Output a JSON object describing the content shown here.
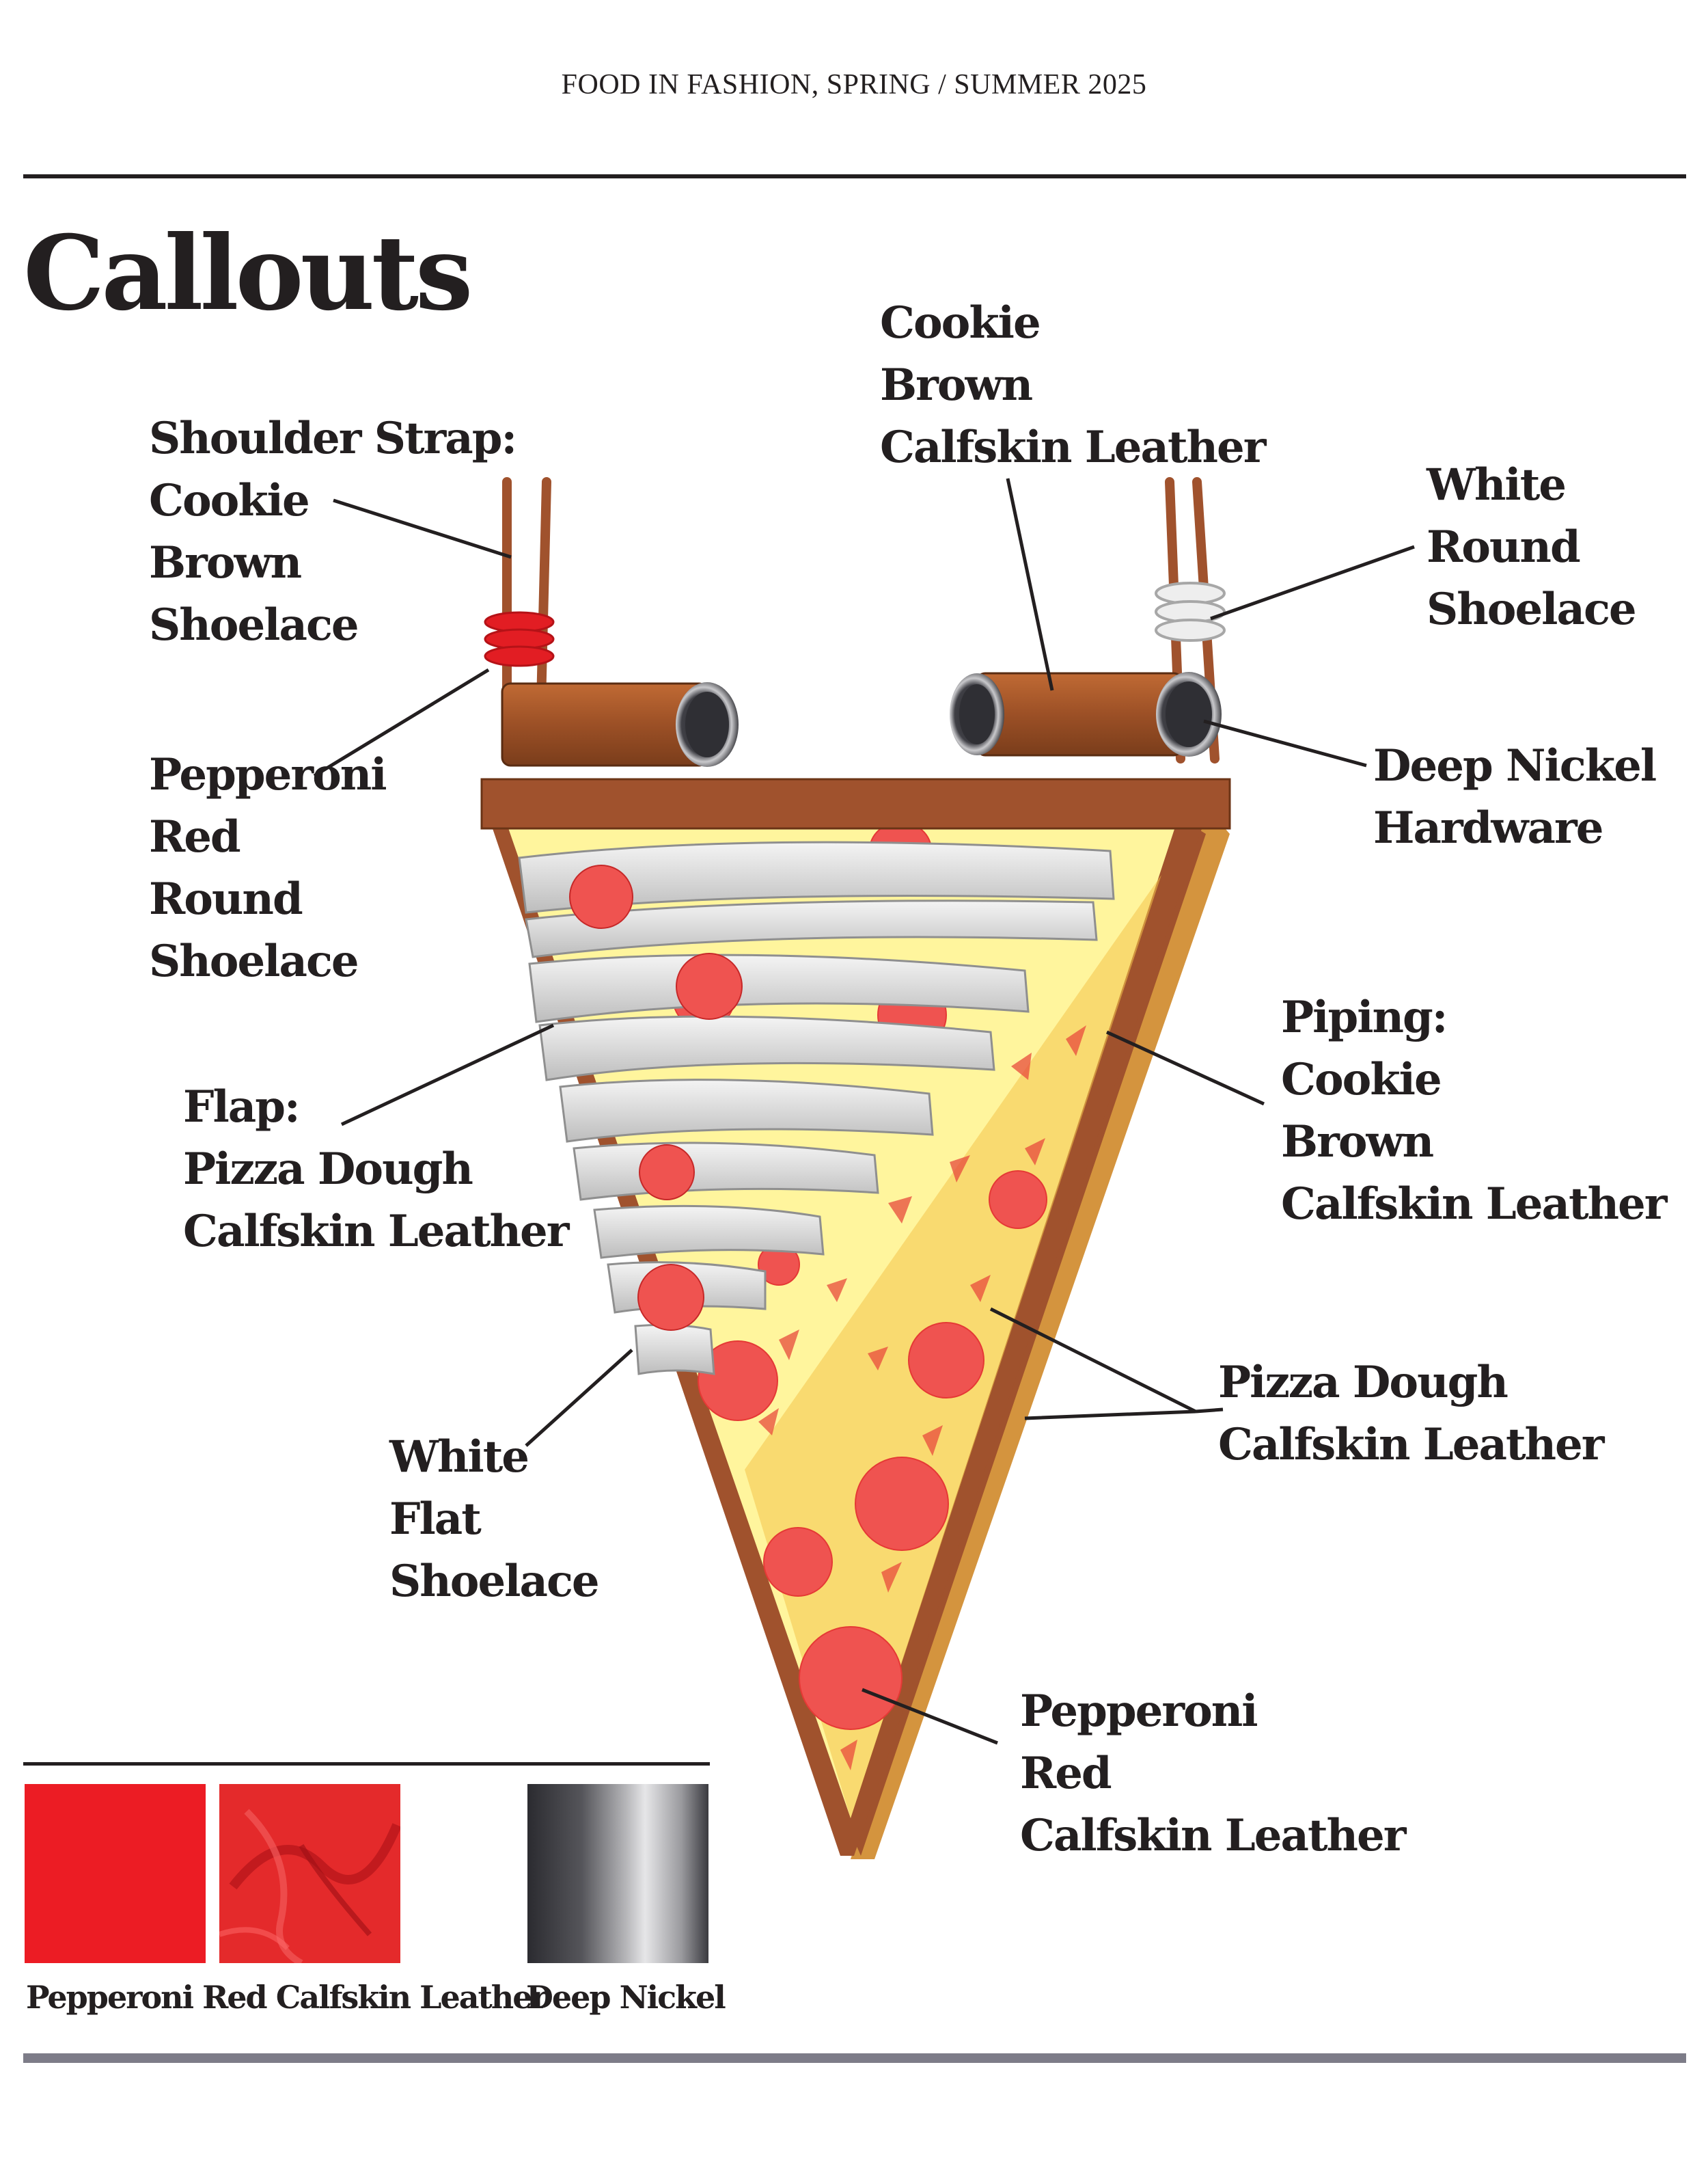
{
  "header": {
    "text": "FOOD IN FASHION, SPRING / SUMMER 2025"
  },
  "title": "Callouts",
  "callouts": {
    "shoulder_strap": [
      "Shoulder Strap:",
      "Cookie",
      "Brown",
      "Shoelace"
    ],
    "cookie_brown_leather": [
      "Cookie",
      "Brown",
      "Calfskin Leather"
    ],
    "white_round_shoelace": [
      "White",
      "Round",
      "Shoelace"
    ],
    "deep_nickel_hardware": [
      "Deep Nickel",
      "Hardware"
    ],
    "pepperoni_round_shoelace": [
      "Pepperoni",
      "Red",
      "Round",
      "Shoelace"
    ],
    "piping": [
      "Piping:",
      "Cookie",
      "Brown",
      "Calfskin Leather"
    ],
    "flap": [
      "Flap:",
      "Pizza Dough",
      "Calfskin Leather"
    ],
    "pizza_dough_leather": [
      "Pizza Dough",
      "Calfskin Leather"
    ],
    "white_flat_shoelace": [
      "White",
      "Flat",
      "Shoelace"
    ],
    "pepperoni_red_leather": [
      "Pepperoni",
      "Red",
      "Calfskin Leather"
    ]
  },
  "swatches": [
    {
      "label": "Pepperoni Red Calfskin Leather",
      "color": "#ec1c24"
    },
    {
      "label": "Deep Nickel",
      "color": "#8a8a8e"
    }
  ],
  "colors": {
    "cookie_brown": "#a0522d",
    "pizza_dough": "#fff59d",
    "pepperoni": "#ef5350",
    "white_lace": "#e6e6e6",
    "nickel": "#3a3a40"
  }
}
